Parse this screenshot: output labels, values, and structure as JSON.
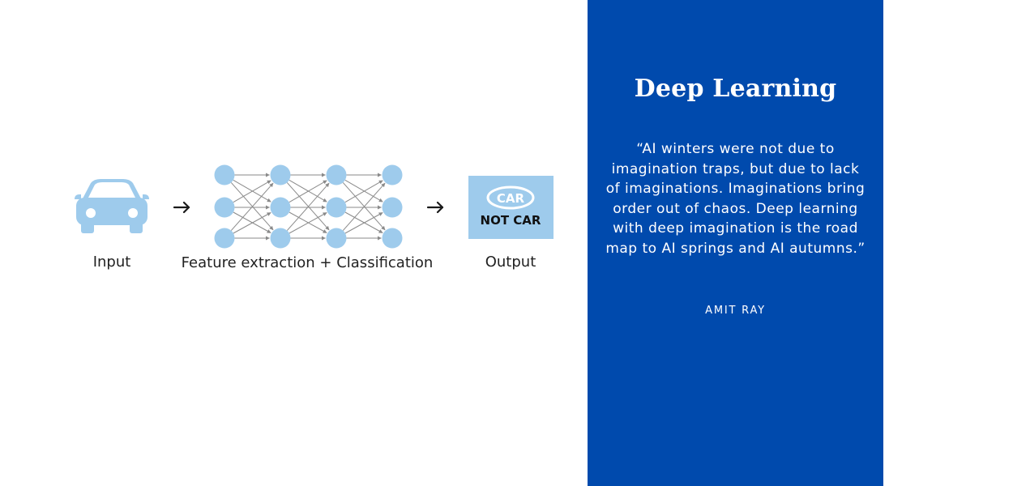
{
  "diagram": {
    "input_label": "Input",
    "middle_label": "Feature extraction + Classification",
    "output_label": "Output",
    "output_badge_top": "CAR",
    "output_badge_bottom": "NOT CAR",
    "node_color": "#9ecbec",
    "network_layers": [
      3,
      3,
      3,
      3
    ],
    "icons": [
      "car-icon",
      "arrow-right-icon",
      "neural-network-icon",
      "arrow-right-icon",
      "output-badge-icon"
    ]
  },
  "panel": {
    "title": "Deep Learning",
    "quote": "“AI winters were not due to imagination traps, but due to lack of imaginations. Imaginations bring order out of chaos. Deep learning with deep imagination is the road map to AI springs and AI autumns.”",
    "author": "AMIT RAY",
    "background_color": "#004aad",
    "text_color": "#ffffff"
  }
}
